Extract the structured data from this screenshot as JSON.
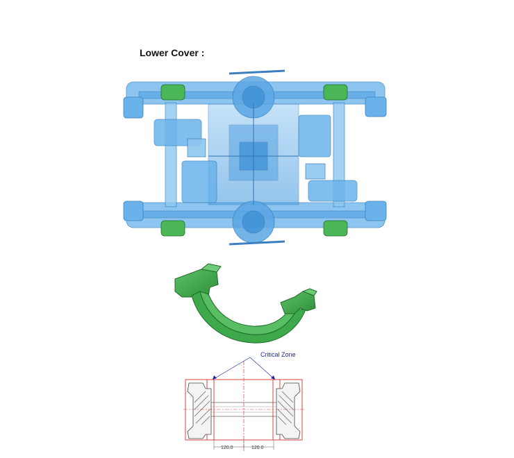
{
  "title": "Lower Cover :",
  "callout": "Critical Zone",
  "dimensions": [
    "120.0",
    "120.0"
  ],
  "colors": {
    "assembly_blue": "#58a8e6",
    "part_green": "#3ea94a",
    "callout_blue": "#1c2a9c",
    "dimension_red": "#d94040"
  }
}
